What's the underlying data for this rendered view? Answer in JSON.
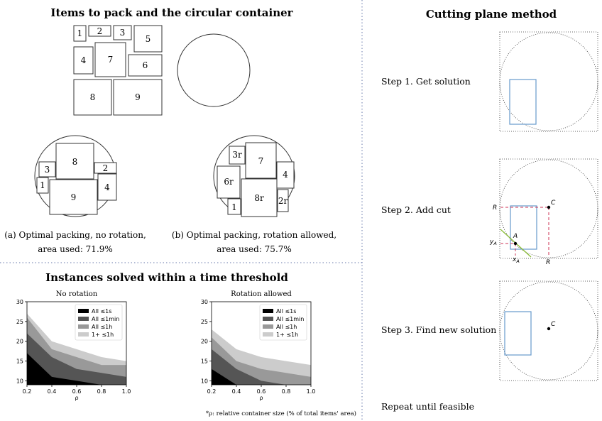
{
  "top_left": {
    "title": "Items to pack and the circular container",
    "items": [
      {
        "label": "1"
      },
      {
        "label": "2"
      },
      {
        "label": "3"
      },
      {
        "label": "5"
      },
      {
        "label": "4"
      },
      {
        "label": "7"
      },
      {
        "label": "6"
      },
      {
        "label": "8"
      },
      {
        "label": "9"
      }
    ],
    "packing_a": {
      "items": [
        {
          "label": "8"
        },
        {
          "label": "3"
        },
        {
          "label": "2"
        },
        {
          "label": "1"
        },
        {
          "label": "9"
        },
        {
          "label": "4"
        }
      ],
      "caption_line1": "(a) Optimal packing, no rotation,",
      "caption_line2": "area used: 71.9%"
    },
    "packing_b": {
      "items": [
        {
          "label": "3r"
        },
        {
          "label": "7"
        },
        {
          "label": "6r"
        },
        {
          "label": "4"
        },
        {
          "label": "8r"
        },
        {
          "label": "2r"
        },
        {
          "label": "1"
        }
      ],
      "caption_line1": "(b) Optimal packing, rotation allowed,",
      "caption_line2": "area used: 75.7%"
    }
  },
  "bottom_left": {
    "title": "Instances solved within a time threshold",
    "footnote": "*ρ: relative container size (% of total items' area)",
    "legend": [
      "All ≤1s",
      "All ≤1min",
      "All ≤1h",
      "1+ ≤1h"
    ],
    "colors": [
      "#000000",
      "#555555",
      "#999999",
      "#cccccc"
    ]
  },
  "chart_data": [
    {
      "type": "area",
      "title": "No rotation",
      "xlabel": "ρ",
      "ylabel": "",
      "xlim": [
        0.2,
        1.0
      ],
      "ylim": [
        9,
        30
      ],
      "xticks": [
        0.2,
        0.4,
        0.6,
        0.8,
        1.0
      ],
      "yticks": [
        10,
        15,
        20,
        25,
        30
      ],
      "legend_position": "top-right",
      "x": [
        0.2,
        0.4,
        0.6,
        0.8,
        1.0
      ],
      "series": [
        {
          "name": "All ≤1s",
          "values": [
            17,
            11,
            10,
            9,
            9
          ]
        },
        {
          "name": "All ≤1min",
          "values": [
            22,
            16,
            13,
            12,
            11
          ]
        },
        {
          "name": "All ≤1h",
          "values": [
            26,
            18,
            16,
            14,
            14
          ]
        },
        {
          "name": "1+ ≤1h",
          "values": [
            27,
            20,
            18,
            16,
            15
          ]
        }
      ]
    },
    {
      "type": "area",
      "title": "Rotation allowed",
      "xlabel": "ρ",
      "ylabel": "",
      "xlim": [
        0.2,
        1.0
      ],
      "ylim": [
        9,
        30
      ],
      "xticks": [
        0.2,
        0.4,
        0.6,
        0.8,
        1.0
      ],
      "yticks": [
        10,
        15,
        20,
        25,
        30
      ],
      "legend_position": "top-right",
      "x": [
        0.2,
        0.4,
        0.6,
        0.8,
        1.0
      ],
      "series": [
        {
          "name": "All ≤1s",
          "values": [
            13,
            9,
            9,
            9,
            9
          ]
        },
        {
          "name": "All ≤1min",
          "values": [
            18,
            13,
            10,
            9,
            9
          ]
        },
        {
          "name": "All ≤1h",
          "values": [
            21,
            15,
            13,
            12,
            11
          ]
        },
        {
          "name": "1+ ≤1h",
          "values": [
            23,
            18,
            16,
            15,
            14
          ]
        }
      ]
    }
  ],
  "right": {
    "title": "Cutting plane method",
    "steps": [
      {
        "label": "Step 1. Get solution"
      },
      {
        "label": "Step 2. Add cut"
      },
      {
        "label": "Step 3. Find new solution"
      }
    ],
    "final": "Repeat until feasible",
    "labels": {
      "R": "R",
      "C": "C",
      "A": "A",
      "yA": "y",
      "yA_sub": "A",
      "xA": "x",
      "xA_sub": "A"
    },
    "colors": {
      "item": "#6699cc",
      "cut": "#cc3355",
      "line": "#88bb33"
    }
  }
}
